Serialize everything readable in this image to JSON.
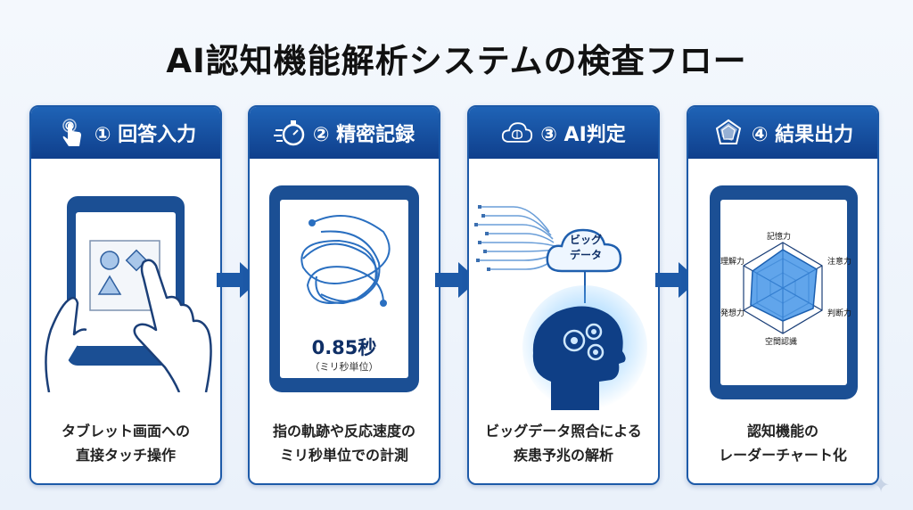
{
  "title": "AI認知機能解析システムの検査フロー",
  "steps": [
    {
      "header": "① 回答入力",
      "caption_line1": "タブレット画面への",
      "caption_line2": "直接タッチ操作",
      "icon": "touch-icon"
    },
    {
      "header": "② 精密記録",
      "caption_line1": "指の軌跡や反応速度の",
      "caption_line2": "ミリ秒単位での計測",
      "icon": "stopwatch-icon",
      "value": "0.85秒",
      "unit_note": "（ミリ秒単位）"
    },
    {
      "header": "③ AI判定",
      "caption_line1": "ビッグデータ照合による",
      "caption_line2": "疾患予兆の解析",
      "icon": "cloud-brain-icon",
      "cloud_line1": "ビッグ",
      "cloud_line2": "データ"
    },
    {
      "header": "④ 結果出力",
      "caption_line1": "認知機能の",
      "caption_line2": "レーダーチャート化",
      "icon": "radar-icon",
      "radar_labels": [
        "記憶力",
        "注意力",
        "判断力",
        "空間認識",
        "発想力",
        "理解力"
      ]
    }
  ],
  "colors": {
    "primary": "#1d5aa8",
    "header": "#15499a",
    "accent": "#3a8ee6"
  }
}
